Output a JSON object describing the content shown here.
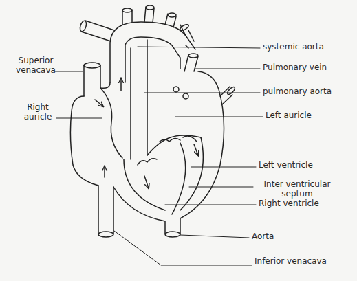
{
  "diagram": {
    "labels": [
      "Superior venacava",
      "Right auricle",
      "systemic aorta",
      "Pulmonary vein",
      "pulmonary aorta",
      "Left auricle",
      "Left ventricle",
      "Inter ventricular septum",
      "Right ventricle",
      "Aorta",
      "Inferior venacava"
    ]
  }
}
